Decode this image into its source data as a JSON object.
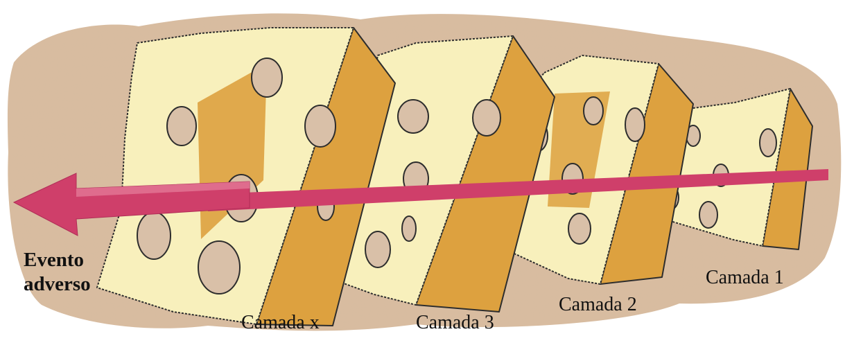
{
  "diagram": {
    "event_label_line1": "Evento",
    "event_label_line2": "adverso",
    "layers": [
      {
        "label": "Camada x"
      },
      {
        "label": "Camada 3"
      },
      {
        "label": "Camada 2"
      },
      {
        "label": "Camada 1"
      }
    ]
  },
  "colors": {
    "background_paper": "#d9bc9f",
    "cheese_face": "#f8f0bc",
    "cheese_side": "#dda13f",
    "hole_inside": "#d9c0a8",
    "arrow": "#cf3f6a",
    "outline": "#2d2d2d"
  }
}
